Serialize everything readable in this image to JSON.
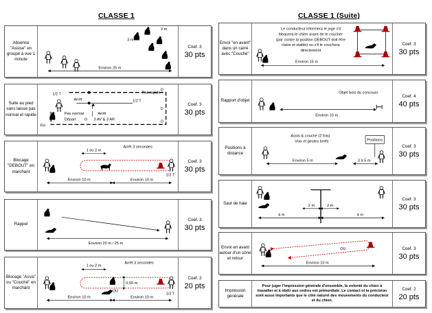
{
  "left_title": "CLASSE 1",
  "right_title": "CLASSE 1   (Suite)",
  "cards": [
    {
      "label": "Absence \"Assise\" en groupe à vue 1 minute",
      "coef": "Coef. 3",
      "pts": "30 pts",
      "texts": [
        "3 m",
        "3 m",
        "Environ 25 m"
      ]
    },
    {
      "label": "Suite au pied sans laisse pas normal et rapide",
      "coef": "Coef. 3",
      "pts": "30 pts",
      "texts": [
        "1/2 T",
        "Pas rapide",
        "1/2 T",
        "Arrêt",
        "Pas normal",
        "Arrêt",
        "Départ",
        "G",
        "3 AV & 3 AR",
        "Fin",
        "D",
        "D",
        "D"
      ]
    },
    {
      "label": "Blocage \"DEBOUT\" en marchant",
      "coef": "Coef. 3",
      "pts": "30 pts",
      "texts": [
        "1 ou 2 m",
        "Arrêt 3 secondes",
        "Environ 10 m",
        "Environ 10 m",
        "1/2 T"
      ]
    },
    {
      "label": "Rappel",
      "coef": "Coef. 3",
      "pts": "30 pts",
      "texts": [
        "Environ 20 m / 25 m"
      ]
    },
    {
      "label": "Blocage \"Assis\" ou \"Couché\" en marchant",
      "coef": "Coef. 2",
      "pts": "20 pts",
      "texts": [
        "1 ou 2 m",
        "Arrêt 3 secondes",
        "0,50 m",
        "OU",
        "Environ 10 m",
        "Environ 10 m",
        "1/2 T"
      ]
    },
    {
      "label": "Envoi \"en avant\" dans un carré avec \"Couché\"",
      "coef": "Coef. 3",
      "pts": "30 pts",
      "texts": [
        "Le conducteur informera le juge s'il",
        "bloquera le chien avant de le coucher",
        "(par contre la position DEBOUT doit être",
        "claire et stable) ou s'il le couchera",
        "directement",
        "Environ 15 m"
      ]
    },
    {
      "label": "Rapport d'objet",
      "coef": "Coef. 4",
      "pts": "40 pts",
      "texts": [
        "Objet bois du concours",
        "Environ 10 m"
      ]
    },
    {
      "label": "Positions à distance",
      "coef": "Coef. 3",
      "pts": "30 pts",
      "texts": [
        "Assis & couché (2 fois)",
        "Voix et gestes brefs",
        "Positions",
        "Environ 5 m",
        "3 à 5 m"
      ]
    },
    {
      "label": "Saut de haie",
      "coef": "Coef. 3",
      "pts": "30 pts",
      "texts": [
        "2 m",
        "2 m",
        "4 m",
        "4 m"
      ]
    },
    {
      "label": "Envoi en avant autour d'un cône et retour",
      "coef": "Coef. 3",
      "pts": "30 pts",
      "texts": [
        "OU",
        "Environ 10 m"
      ]
    },
    {
      "label": "Impression générale",
      "coef": "Coef. 2",
      "pts": "20 pts",
      "text": "Pour juger l'impression générale d'ensemble, la volonté du chien à travailler et à obéir aux ordres est primordiale. Le contact et la précision sont aussi importants que le côté naturel des mouvements du conducteur et du chien."
    }
  ]
}
